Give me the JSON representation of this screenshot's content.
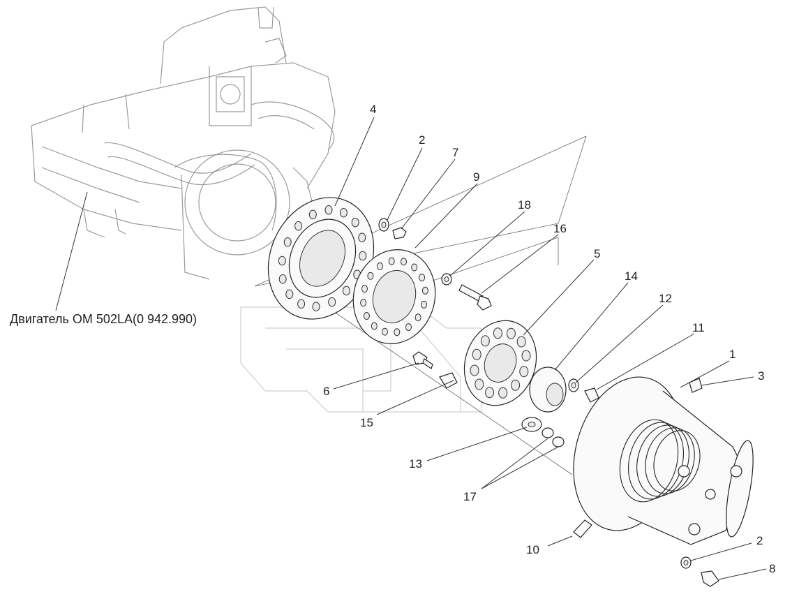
{
  "engine_label": "Двигатель ОМ 502LA(0 942.990)",
  "callouts": [
    {
      "id": "c4",
      "text": "4"
    },
    {
      "id": "c2a",
      "text": "2"
    },
    {
      "id": "c7",
      "text": "7"
    },
    {
      "id": "c9",
      "text": "9"
    },
    {
      "id": "c18",
      "text": "18"
    },
    {
      "id": "c16",
      "text": "16"
    },
    {
      "id": "c5",
      "text": "5"
    },
    {
      "id": "c14",
      "text": "14"
    },
    {
      "id": "c12",
      "text": "12"
    },
    {
      "id": "c11",
      "text": "11"
    },
    {
      "id": "c1",
      "text": "1"
    },
    {
      "id": "c3",
      "text": "3"
    },
    {
      "id": "c6",
      "text": "6"
    },
    {
      "id": "c15",
      "text": "15"
    },
    {
      "id": "c13",
      "text": "13"
    },
    {
      "id": "c17",
      "text": "17"
    },
    {
      "id": "c10",
      "text": "10"
    },
    {
      "id": "c2b",
      "text": "2"
    },
    {
      "id": "c8",
      "text": "8"
    }
  ]
}
